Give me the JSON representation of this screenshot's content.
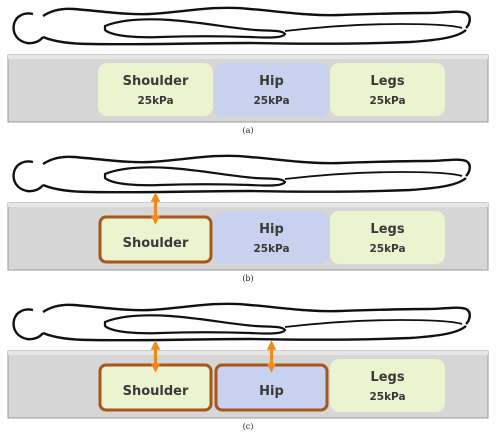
{
  "panels": [
    {
      "caption": "(a)",
      "cells": [
        {
          "name": "Shoulder",
          "pressure": "25kPa",
          "adjusted": false
        },
        {
          "name": "Hip",
          "pressure": "25kPa",
          "adjusted": false
        },
        {
          "name": "Legs",
          "pressure": "25kPa",
          "adjusted": false
        }
      ]
    },
    {
      "caption": "(b)",
      "cells": [
        {
          "name": "Shoulder",
          "pressure": "",
          "adjusted": true
        },
        {
          "name": "Hip",
          "pressure": "25kPa",
          "adjusted": false
        },
        {
          "name": "Legs",
          "pressure": "25kPa",
          "adjusted": false
        }
      ]
    },
    {
      "caption": "(c)",
      "cells": [
        {
          "name": "Shoulder",
          "pressure": "",
          "adjusted": true
        },
        {
          "name": "Hip",
          "pressure": "",
          "adjusted": true
        },
        {
          "name": "Legs",
          "pressure": "25kPa",
          "adjusted": false
        }
      ]
    }
  ],
  "colors": {
    "mattress": "#d6d6d6",
    "mattress_edge": "#9a9a9a",
    "shoulder_cell": "#ecf3cf",
    "hip_cell": "#c8d2ee",
    "legs_cell": "#ecf3cf",
    "adjusted_border": "#a8561b",
    "arrow": "#f08a1c",
    "body_outline": "#111111"
  }
}
